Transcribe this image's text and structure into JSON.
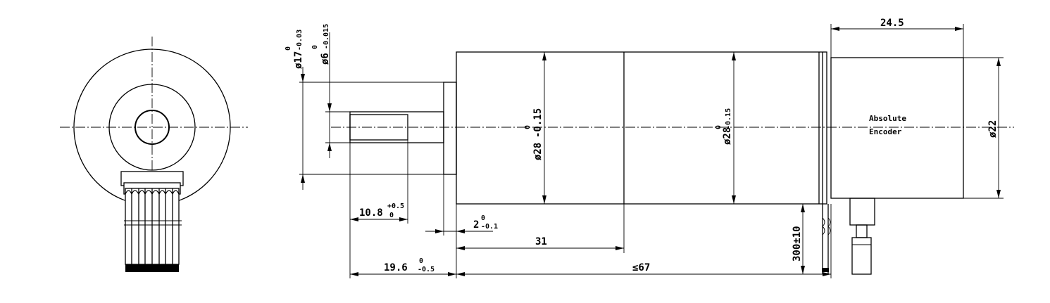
{
  "drawing": {
    "encoder_label_line1": "Absolute",
    "encoder_label_line2": "Encoder",
    "dimensions": {
      "d17_main": "ø17",
      "d17_upper": "0",
      "d17_lower": "-0.03",
      "d6_main": "ø6",
      "d6_upper": "0",
      "d6_lower": "-0.015",
      "d28a_main": "ø28",
      "d28a_upper": "0",
      "d28a_lower": "-0.15",
      "d28b_main": "ø28",
      "d28b_upper": "0",
      "d28b_lower": "-0.15",
      "d22": "ø22",
      "len_24_5": "24.5",
      "len_10_8_main": "10.8",
      "len_10_8_upper": "+0.5",
      "len_10_8_lower": "0",
      "len_2_main": "2",
      "len_2_upper": "0",
      "len_2_lower": "-0.1",
      "len_31": "31",
      "len_19_6_main": "19.6",
      "len_19_6_upper": "0",
      "len_19_6_lower": "-0.5",
      "len_67": "≤67",
      "lead_300": "300±10"
    }
  }
}
